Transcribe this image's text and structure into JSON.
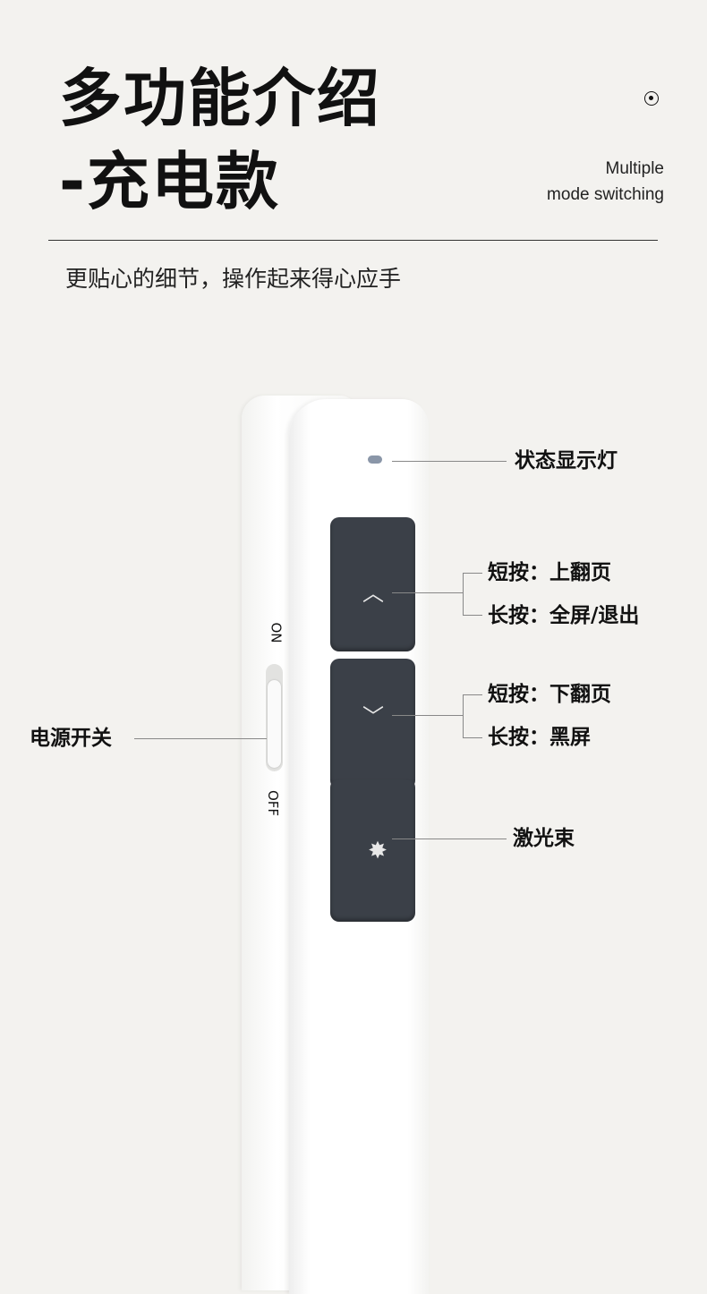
{
  "header": {
    "title_line1": "多功能介绍",
    "title_line2": "-充电款",
    "english_line1": "Multiple",
    "english_line2": "mode switching",
    "subtitle": "更贴心的细节，操作起来得心应手"
  },
  "switch": {
    "on": "ON",
    "off": "OFF"
  },
  "labels": {
    "status_light": "状态显示灯",
    "up_short": "短按：上翻页",
    "up_long": "长按：全屏/退出",
    "down_short": "短按：下翻页",
    "down_long": "长按：黑屏",
    "laser": "激光束",
    "power": "电源开关"
  },
  "colors": {
    "background": "#f3f2ef",
    "button": "#3b4048"
  }
}
